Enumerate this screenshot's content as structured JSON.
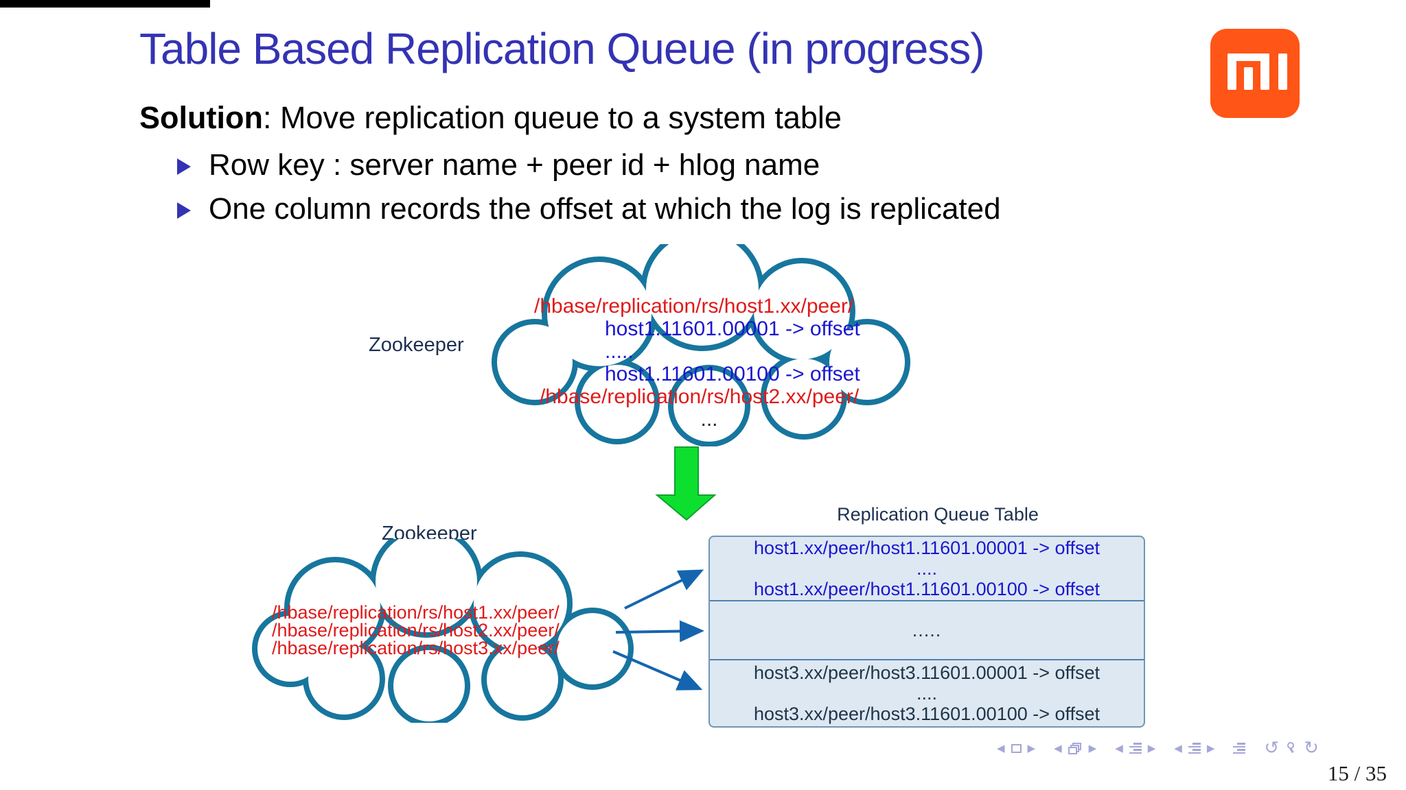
{
  "colors": {
    "title_blue": "#3433b3",
    "mi_orange": "#ff5516",
    "cloud_teal": "#17769e",
    "path_red": "#df1a1a",
    "value_blue": "#1b16d0",
    "navy": "#1d3150",
    "navy2": "#213448",
    "arrow_blue": "#1565ae",
    "green_fill": "#0ddf2f",
    "green_edge": "#0aa32c",
    "table_bg": "#dde8f2",
    "table_border": "#7096b3",
    "table_divider": "#4f81b0",
    "nav_purple": "#a6a6d8",
    "page_text": "#1a1a1a"
  },
  "slide": {
    "title": "Table Based Replication Queue (in progress)",
    "solution_label": "Solution",
    "solution_rest": ": Move replication queue to a system table",
    "bullets": [
      "Row key : server name + peer id + hlog name",
      "One column records the offset at which the log is replicated"
    ]
  },
  "logo": {
    "name": "xiaomi-mi-logo"
  },
  "icons": {
    "prev_triangle": "◀",
    "next_triangle": "▶",
    "undo_arrow": "↺",
    "redo_arrow": "↻",
    "frame_box": "css-square",
    "frame_stack": "css-stacked-squares",
    "section_list": "css-text-lines",
    "search": "css-magnifier",
    "down_arrow": "svg-green-arrow",
    "cloud": "svg-cloud-outline"
  },
  "diagram": {
    "cloud1": {
      "label": "Zookeeper",
      "lines": [
        {
          "text": "/hbase/replication/rs/host1.xx/peer/",
          "color": "red"
        },
        {
          "text": "host1.11601.00001 -> offset",
          "color": "blue"
        },
        {
          "text": ".....",
          "color": "blue"
        },
        {
          "text": "host1.11601.00100 -> offset",
          "color": "blue"
        },
        {
          "text": "/hbase/replication/rs/host2.xx/peer/",
          "color": "red"
        },
        {
          "text": "...",
          "color": "dark"
        }
      ]
    },
    "cloud2": {
      "label": "Zookeeper",
      "lines": [
        {
          "text": "/hbase/replication/rs/host1.xx/peer/",
          "color": "red"
        },
        {
          "text": "/hbase/replication/rs/host2.xx/peer/",
          "color": "red"
        },
        {
          "text": "/hbase/replication/rs/host3.xx/peer/",
          "color": "red"
        }
      ]
    },
    "table": {
      "title": "Replication Queue Table",
      "rows": [
        {
          "tone": "blue",
          "lines": [
            "host1.xx/peer/host1.11601.00001 -> offset",
            "....",
            "host1.xx/peer/host1.11601.00100 -> offset"
          ]
        },
        {
          "tone": "navy",
          "lines": [
            "....."
          ]
        },
        {
          "tone": "navy",
          "lines": [
            "host3.xx/peer/host3.11601.00001 -> offset",
            "....",
            "host3.xx/peer/host3.11601.00100 -> offset"
          ]
        }
      ]
    }
  },
  "nav": {
    "page": "15 / 35"
  }
}
